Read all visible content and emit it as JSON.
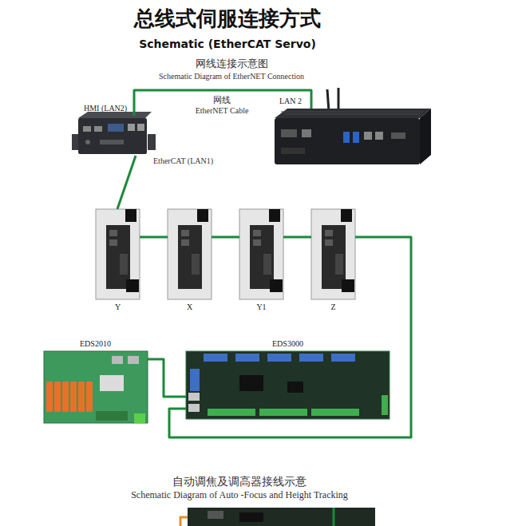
{
  "diagram": {
    "title": "总线式伺服连接方式",
    "nodes": [
      {
        "text": [
          "HMI (LAN2)"
        ]
      },
      {
        "text": [
          "LAN 2"
        ]
      },
      {
        "text": [
          "Y"
        ]
      },
      {
        "text": [
          "X"
        ]
      },
      {
        "text": [
          "Y1"
        ]
      },
      {
        "text": [
          "Z"
        ]
      },
      {
        "text": [
          "EDS2010"
        ]
      },
      {
        "text": [
          "EDS3000"
        ]
      }
    ],
    "edges": [
      {
        "from": 0,
        "to": 1,
        "label": "网线",
        "arrow": "none"
      },
      {
        "from": 0,
        "to": 2,
        "label": "EtherCAT (LAN1)",
        "arrow": "none"
      },
      {
        "from": 2,
        "to": 3,
        "arrow": "none"
      },
      {
        "from": 3,
        "to": 4,
        "arrow": "none"
      },
      {
        "from": 4,
        "to": 5,
        "arrow": "none"
      },
      {
        "from": 5,
        "to": 7,
        "arrow": "none"
      },
      {
        "from": 7,
        "to": 6,
        "arrow": "none"
      }
    ],
    "labels": [
      "Schematic (EtherCAT Servo)",
      "网线连接示意图",
      "Schematic Diagram of EtherNET Connection",
      "EtherNET Cable",
      "自动调焦及调高器接线示意",
      "Schematic Diagram of Auto -Focus and Height Tracking"
    ]
  }
}
